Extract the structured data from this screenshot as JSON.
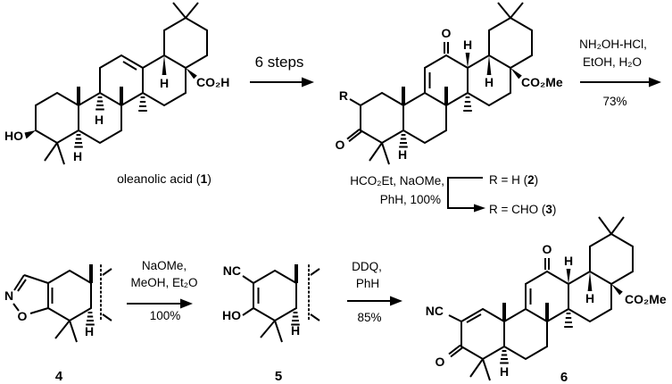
{
  "colors": {
    "ink": "#000000",
    "bg": "#ffffff"
  },
  "s1": {
    "ho": "HO",
    "co2h": "CO₂H",
    "h_c9": "H",
    "h_c5": "H",
    "h_c18": "H",
    "caption": [
      "oleanolic acid (",
      "1",
      ")"
    ]
  },
  "arrow1": {
    "label": "6 steps"
  },
  "s23": {
    "r": "R",
    "o_c3": "O",
    "o_c12": "O",
    "h_c13": "H",
    "h_c18": "H",
    "h_c5": "H",
    "co2me": "CO₂Me",
    "cond1": "HCO₂Et, NaOMe,",
    "cond2": "PhH, 100%",
    "r_h": [
      "R = H (",
      "2",
      ")"
    ],
    "r_cho": [
      "R = CHO (",
      "3",
      ")"
    ]
  },
  "arrow2": {
    "line1": "NH₂OH-HCl,",
    "line2": "EtOH, H₂O",
    "yield": "73%"
  },
  "s4": {
    "n": "N",
    "o": "O",
    "h": "H",
    "num": "4"
  },
  "arrow3": {
    "line1": "NaOMe,",
    "line2": "MeOH, Et₂O",
    "yield": "100%"
  },
  "s5": {
    "nc": "NC",
    "ho": "HO",
    "h": "H",
    "num": "5"
  },
  "arrow4": {
    "line1": "DDQ,",
    "line2": "PhH",
    "yield": "85%"
  },
  "s6": {
    "nc": "NC",
    "o_c3": "O",
    "o_c12": "O",
    "h_c13": "H",
    "h_c18": "H",
    "h_c5": "H",
    "co2me": "CO₂Me",
    "num": "6"
  }
}
